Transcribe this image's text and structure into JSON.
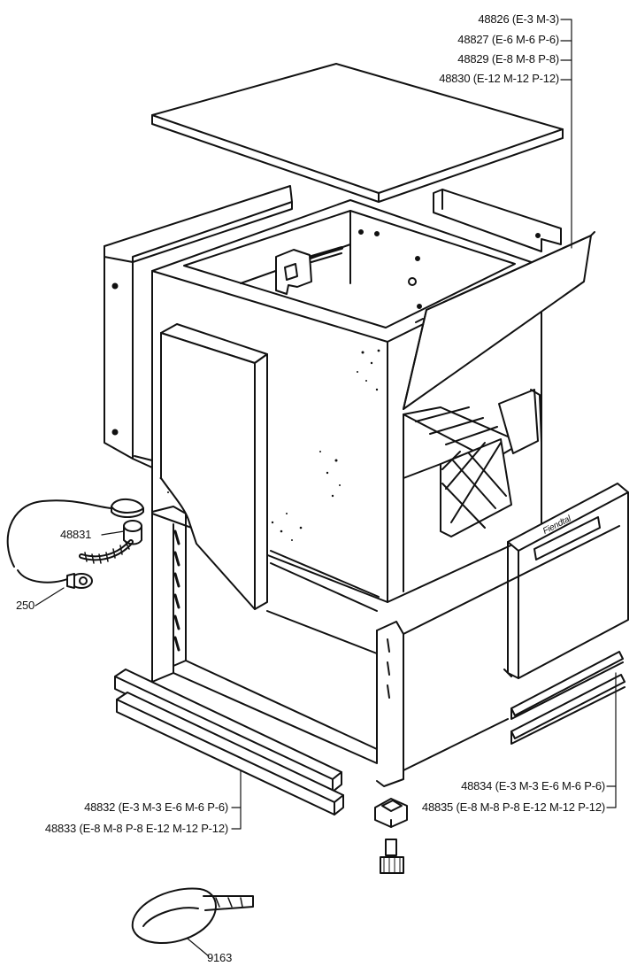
{
  "labels": {
    "p48826": "48826 (E-3 M-3)",
    "p48827": "48827 (E-6 M-6 P-6)",
    "p48829": "48829 (E-8 M-8 P-8)",
    "p48830": "48830 (E-12 M-12 P-12)",
    "p48831": "48831",
    "p250": "250",
    "p48832": "48832 (E-3 M-3 E-6 M-6 P-6)",
    "p48833": "48833 (E-8 M-8 P-8 E-12 M-12 P-12)",
    "p48834": "48834 (E-3 M-3 E-6 M-6 P-6)",
    "p48835": "48835 (E-8 M-8 P-8 E-12 M-12 P-12)",
    "p9163": "9163"
  },
  "logo_text": "Fiendtal",
  "colors": {
    "ink": "#111111",
    "paper": "#ffffff"
  }
}
